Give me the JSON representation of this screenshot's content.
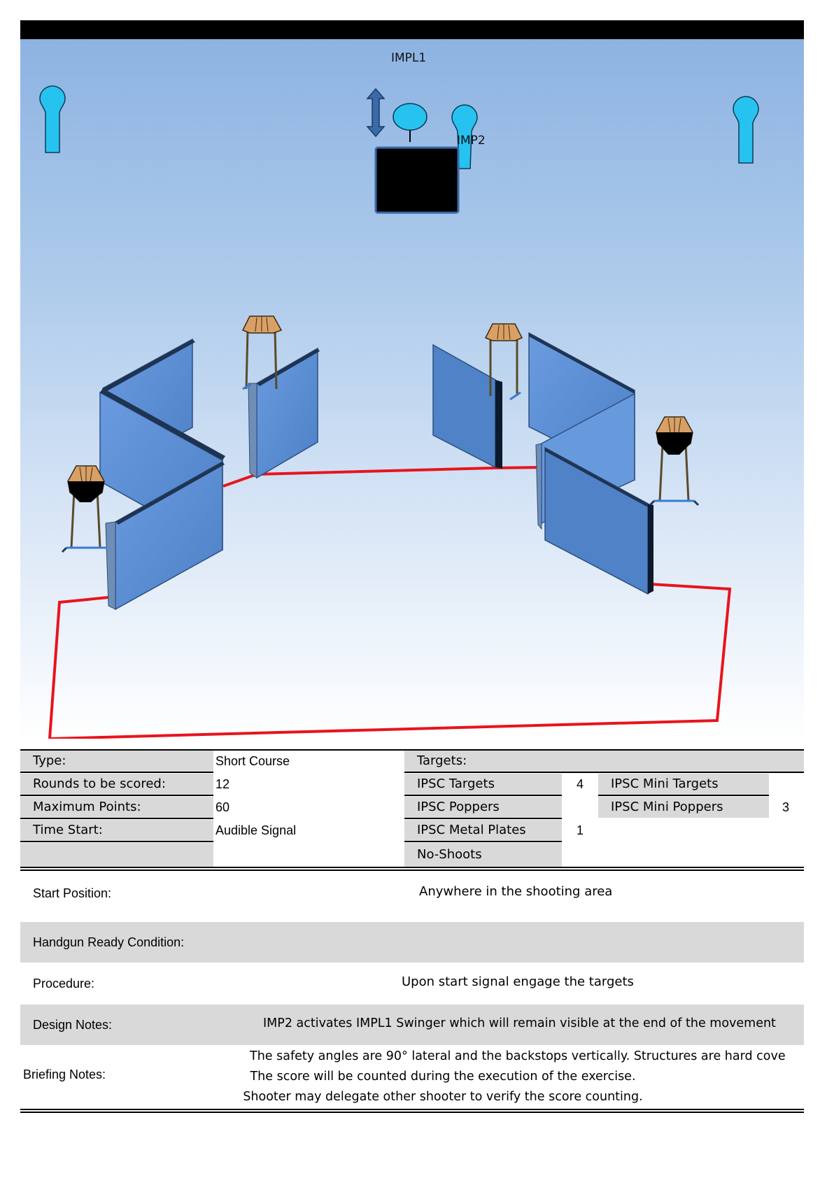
{
  "stage_labels": {
    "impl1": "IMPL1",
    "imp2": "IMP2"
  },
  "colors": {
    "sky_top": "#8db3e2",
    "wall": "#5b8fd1",
    "fault_line": "#e8141c",
    "target_tan": "#d9a066",
    "popper": "#27c3f0"
  },
  "summary": {
    "type_label": "Type:",
    "type_value": "Short Course",
    "rounds_label": "Rounds to be scored:",
    "rounds_value": "12",
    "points_label": "Maximum Points:",
    "points_value": "60",
    "start_label": "Time Start:",
    "start_value": "Audible Signal",
    "targets_label": "Targets:",
    "ipsc_targets_label": "IPSC Targets",
    "ipsc_targets_value": "4",
    "ipsc_poppers_label": "IPSC Poppers",
    "metal_plates_label": "IPSC Metal Plates",
    "metal_plates_value": "1",
    "no_shoots_label": "No-Shoots",
    "mini_targets_label": "IPSC Mini Targets",
    "mini_poppers_label": "IPSC Mini Poppers",
    "mini_poppers_value": "3"
  },
  "sections": {
    "start_position_label": "Start Position:",
    "start_position_value": "Anywhere in the shooting area",
    "ready_label": "Handgun Ready Condition:",
    "procedure_label": "Procedure:",
    "procedure_value": "Upon start signal engage the targets",
    "design_label": "Design Notes:",
    "design_value": "IMP2 activates IMPL1 Swinger which will remain visible at the end of the movement",
    "briefing_label": "Briefing Notes:",
    "briefing_lines": [
      "The safety angles are 90° lateral and the backstops vertically. Structures are hard cove",
      "The score will be counted during the execution of the exercise.",
      "Shooter may delegate other shooter to verify the score counting."
    ]
  }
}
